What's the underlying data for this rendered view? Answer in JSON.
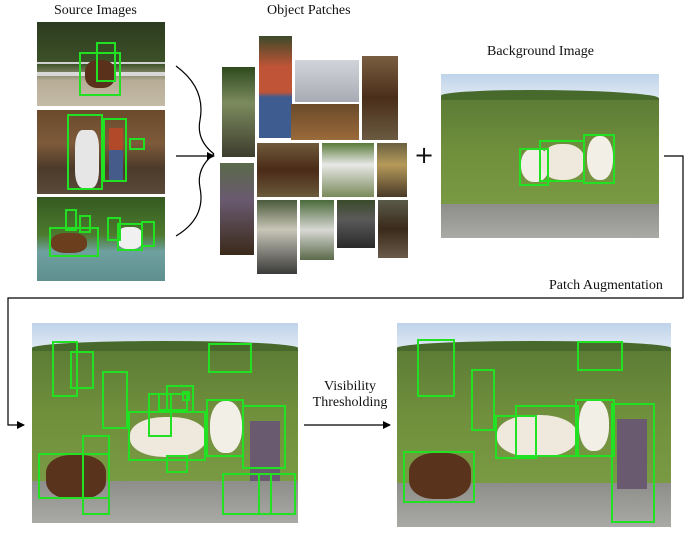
{
  "labels": {
    "source_images": "Source Images",
    "object_patches": "Object Patches",
    "background_image": "Background Image",
    "patch_augmentation": "Patch Augmentation",
    "visibility_thresholding": "Visibility\nThresholding",
    "plus": "+"
  },
  "colors": {
    "bbox": "#22e022",
    "arrow": "#000000",
    "grass": "#6f8f3c",
    "sky": "#cfdcec"
  },
  "icons": [
    "curved-arrow-icon",
    "right-arrow-icon",
    "plus-icon",
    "bracket-arrow-icon"
  ]
}
